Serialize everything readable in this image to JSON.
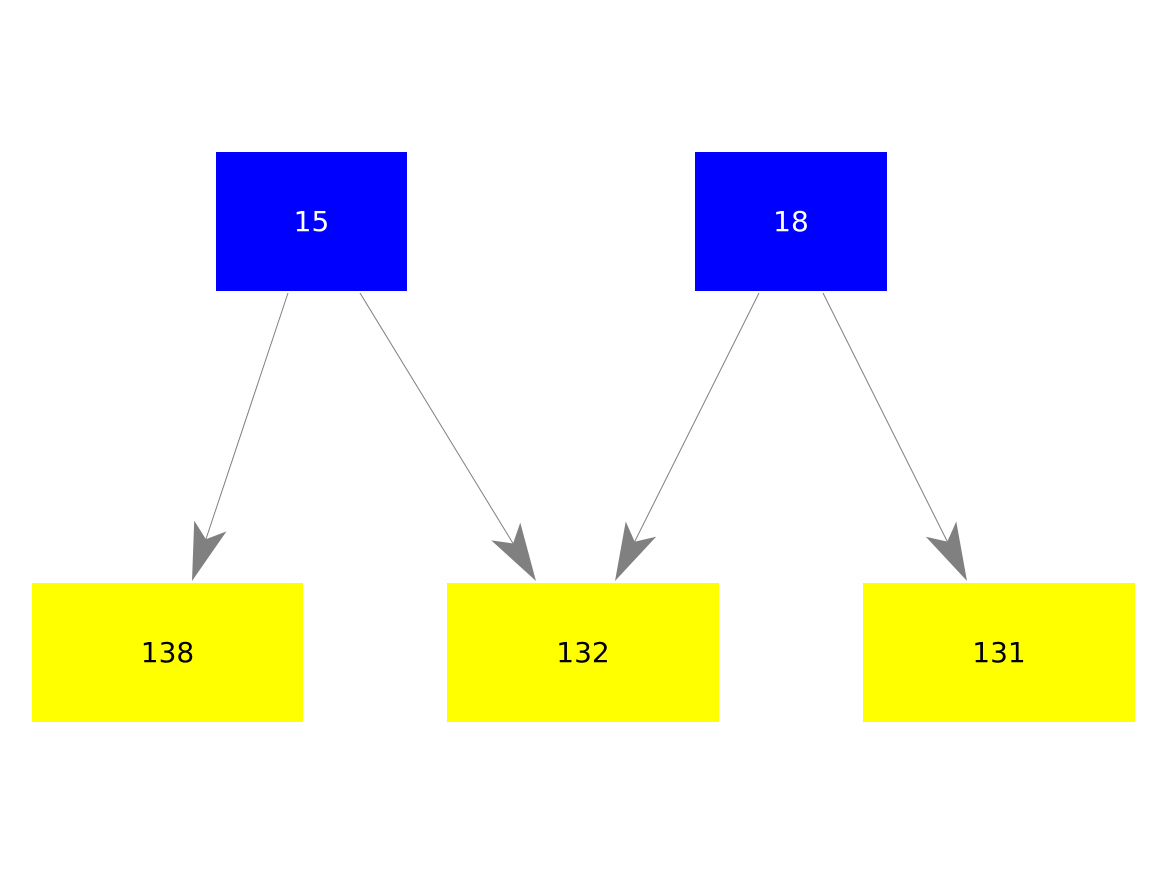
{
  "colors": {
    "source_node": "#0000ff",
    "source_text": "#ffffff",
    "target_node": "#ffff00",
    "target_text": "#000000",
    "edge": "#808080"
  },
  "nodes": [
    {
      "id": "n15",
      "label": "15",
      "kind": "source"
    },
    {
      "id": "n18",
      "label": "18",
      "kind": "source"
    },
    {
      "id": "n138",
      "label": "138",
      "kind": "target"
    },
    {
      "id": "n132",
      "label": "132",
      "kind": "target"
    },
    {
      "id": "n131",
      "label": "131",
      "kind": "target"
    }
  ],
  "edges": [
    {
      "from": "n15",
      "to": "n138"
    },
    {
      "from": "n15",
      "to": "n132"
    },
    {
      "from": "n18",
      "to": "n132"
    },
    {
      "from": "n18",
      "to": "n131"
    }
  ]
}
